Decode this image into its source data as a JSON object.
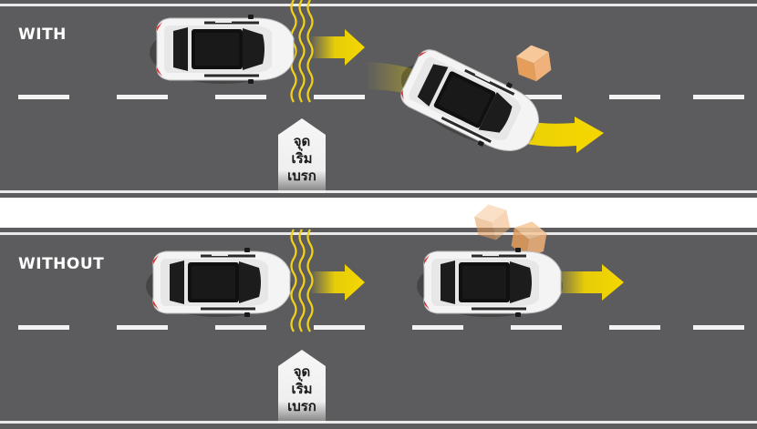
{
  "panels": {
    "top": {
      "label": "WITH"
    },
    "bottom": {
      "label": "WITHOUT"
    }
  },
  "brake_marker": {
    "lines": [
      "จุด",
      "เริ่ม",
      "เบรก"
    ]
  },
  "colors": {
    "road": "#5c5c5e",
    "lane_line": "#f2f2f2",
    "arrow": "#f5d800",
    "wave": "#f3d21a",
    "car_body": "#f4f4f4",
    "box": "#f0b27a"
  },
  "icons": {
    "car": "car-icon",
    "box": "box-icon",
    "arrow": "arrow-icon",
    "wave": "wave-icon"
  }
}
